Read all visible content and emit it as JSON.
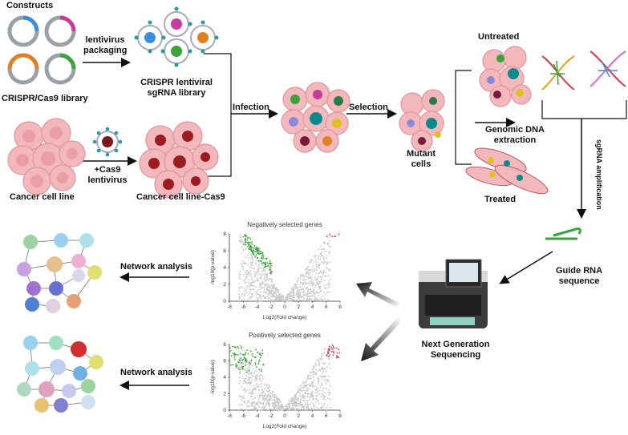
{
  "labels": {
    "constructs": "Constructs",
    "crispr_library": "CRISPR/Cas9 library",
    "lentivirus_packaging_1": "lentivirus",
    "lentivirus_packaging_2": "packaging",
    "sgrna_library_1": "CRISPR lentiviral",
    "sgrna_library_2": "sgRNA library",
    "cancer_cell_line": "Cancer cell line",
    "cas9_lentivirus_1": "+Cas9",
    "cas9_lentivirus_2": "lentivirus",
    "cancer_cell_line_cas9": "Cancer cell line-Cas9",
    "infection": "Infection",
    "selection": "Selection",
    "mutant_cells_1": "Mutant",
    "mutant_cells_2": "cells",
    "untreated": "Untreated",
    "treated": "Treated",
    "genomic_dna_1": "Genomic DNA",
    "genomic_dna_2": "extraction",
    "sgrna_amplification_1": "sgRNA",
    "sgrna_amplification_2": "amplification",
    "guide_rna_1": "Guide RNA",
    "guide_rna_2": "sequence",
    "ngs_1": "Next Generation",
    "ngs_2": "Sequencing",
    "network_analysis_top": "Network analysis",
    "network_analysis_bottom": "Network analysis"
  },
  "colors": {
    "cell_pink": "#f2b8bc",
    "cell_dark_pink": "#e59aa0",
    "nucleus_red": "#9b1b1f",
    "green_points": "#3aa33a",
    "red_points": "#e3344c",
    "grey_points": "#c8c8c8"
  },
  "chart_data": [
    {
      "type": "scatter",
      "title": "Negatively selected genes",
      "xlabel": "Log2(Fold change)",
      "ylabel": "-log10(p-value)",
      "xlim": [
        -8,
        8
      ],
      "ylim": [
        0,
        8
      ],
      "x_ticks": [
        "-8",
        "-6",
        "-4",
        "-2",
        "0",
        "2",
        "4",
        "6",
        "8"
      ],
      "y_ticks": [
        "0",
        "2",
        "4",
        "6",
        "8"
      ],
      "series": [
        {
          "color": "#c8c8c8",
          "shape": "volcano"
        },
        {
          "color": "#3aa33a",
          "region": "left"
        },
        {
          "color": "#e3344c",
          "region": "top-right"
        }
      ]
    },
    {
      "type": "scatter",
      "title": "Positively selected genes",
      "xlabel": "Log2(Fold change)",
      "ylabel": "-log10(p-value)",
      "xlim": [
        -8,
        8
      ],
      "ylim": [
        0,
        8
      ],
      "x_ticks": [
        "-8",
        "-6",
        "-4",
        "-2",
        "0",
        "2",
        "4",
        "6",
        "8"
      ],
      "y_ticks": [
        "0",
        "2",
        "4",
        "6",
        "8"
      ],
      "series": [
        {
          "color": "#c8c8c8",
          "shape": "volcano"
        },
        {
          "color": "#3aa33a",
          "region": "left"
        },
        {
          "color": "#e3344c",
          "region": "top-right"
        }
      ]
    }
  ]
}
